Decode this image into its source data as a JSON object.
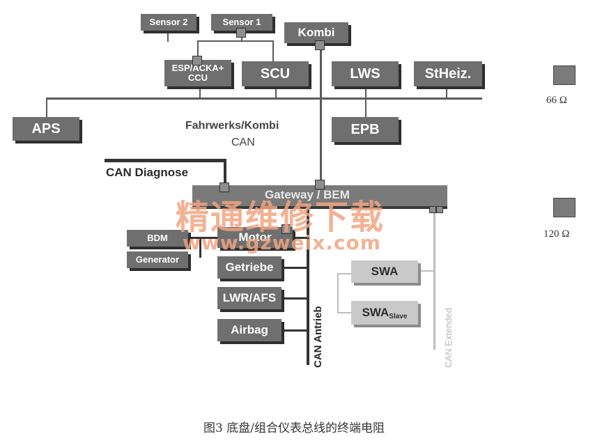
{
  "nodes": {
    "sensor2": "Sensor 2",
    "sensor1": "Sensor 1",
    "kombi": "Kombi",
    "esp_line1": "ESP/ACKA+",
    "esp_line2": "CCU",
    "scu": "SCU",
    "lws": "LWS",
    "stheiz": "StHeiz.",
    "aps": "APS",
    "epb": "EPB",
    "gateway": "Gateway / BEM",
    "bdm": "BDM",
    "generator": "Generator",
    "motor": "Motor",
    "getriebe": "Getriebe",
    "lwr_afs": "LWR/AFS",
    "airbag": "Airbag",
    "swa": "SWA",
    "swa_slave_main": "SWA",
    "swa_slave_sub": "Slave"
  },
  "labels": {
    "fahrwerks_line1": "Fahrwerks/Kombi",
    "fahrwerks_line2": "CAN",
    "can_diagnose": "CAN Diagnose",
    "can_antrieb": "CAN Antrieb",
    "can_extended": "CAN Extended"
  },
  "legend": {
    "r66": "66 Ω",
    "r120": "120 Ω"
  },
  "watermark": {
    "cn": "精通维修下载",
    "url": "www.gzweix.com"
  },
  "caption": "图3   底盘/组合仪表总线的终端电阻"
}
